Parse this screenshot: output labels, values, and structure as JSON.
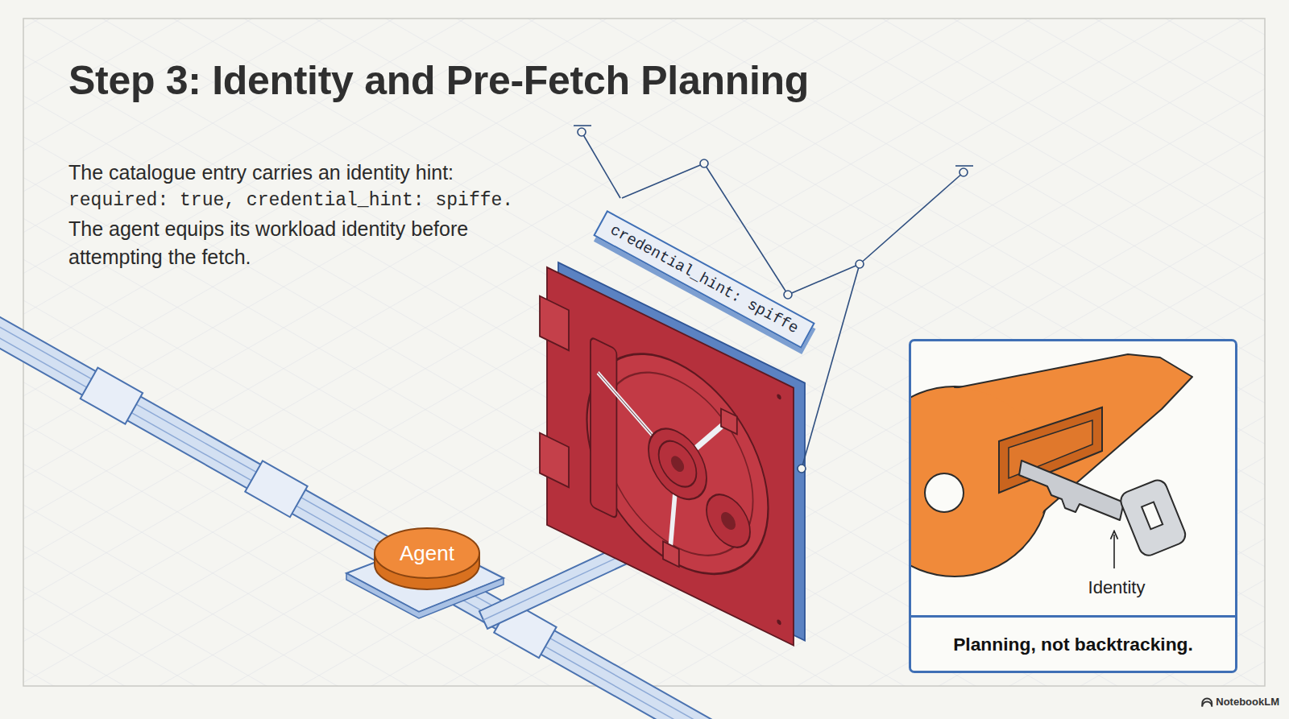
{
  "diagram": {
    "title": "Step 3: Identity and Pre-Fetch Planning",
    "nodes": [
      {
        "text": [
          "credential_hint: spiffe"
        ]
      },
      {
        "text": [
          "Agent"
        ]
      },
      {
        "text": [
          "Identity",
          "Planning, not backtracking."
        ]
      }
    ],
    "labels": [
      "The catalogue entry carries an identity hint:",
      "required: true, credential_hint: spiffe.",
      "The agent equips its workload identity before attempting the fetch.",
      "NotebookLM"
    ]
  }
}
